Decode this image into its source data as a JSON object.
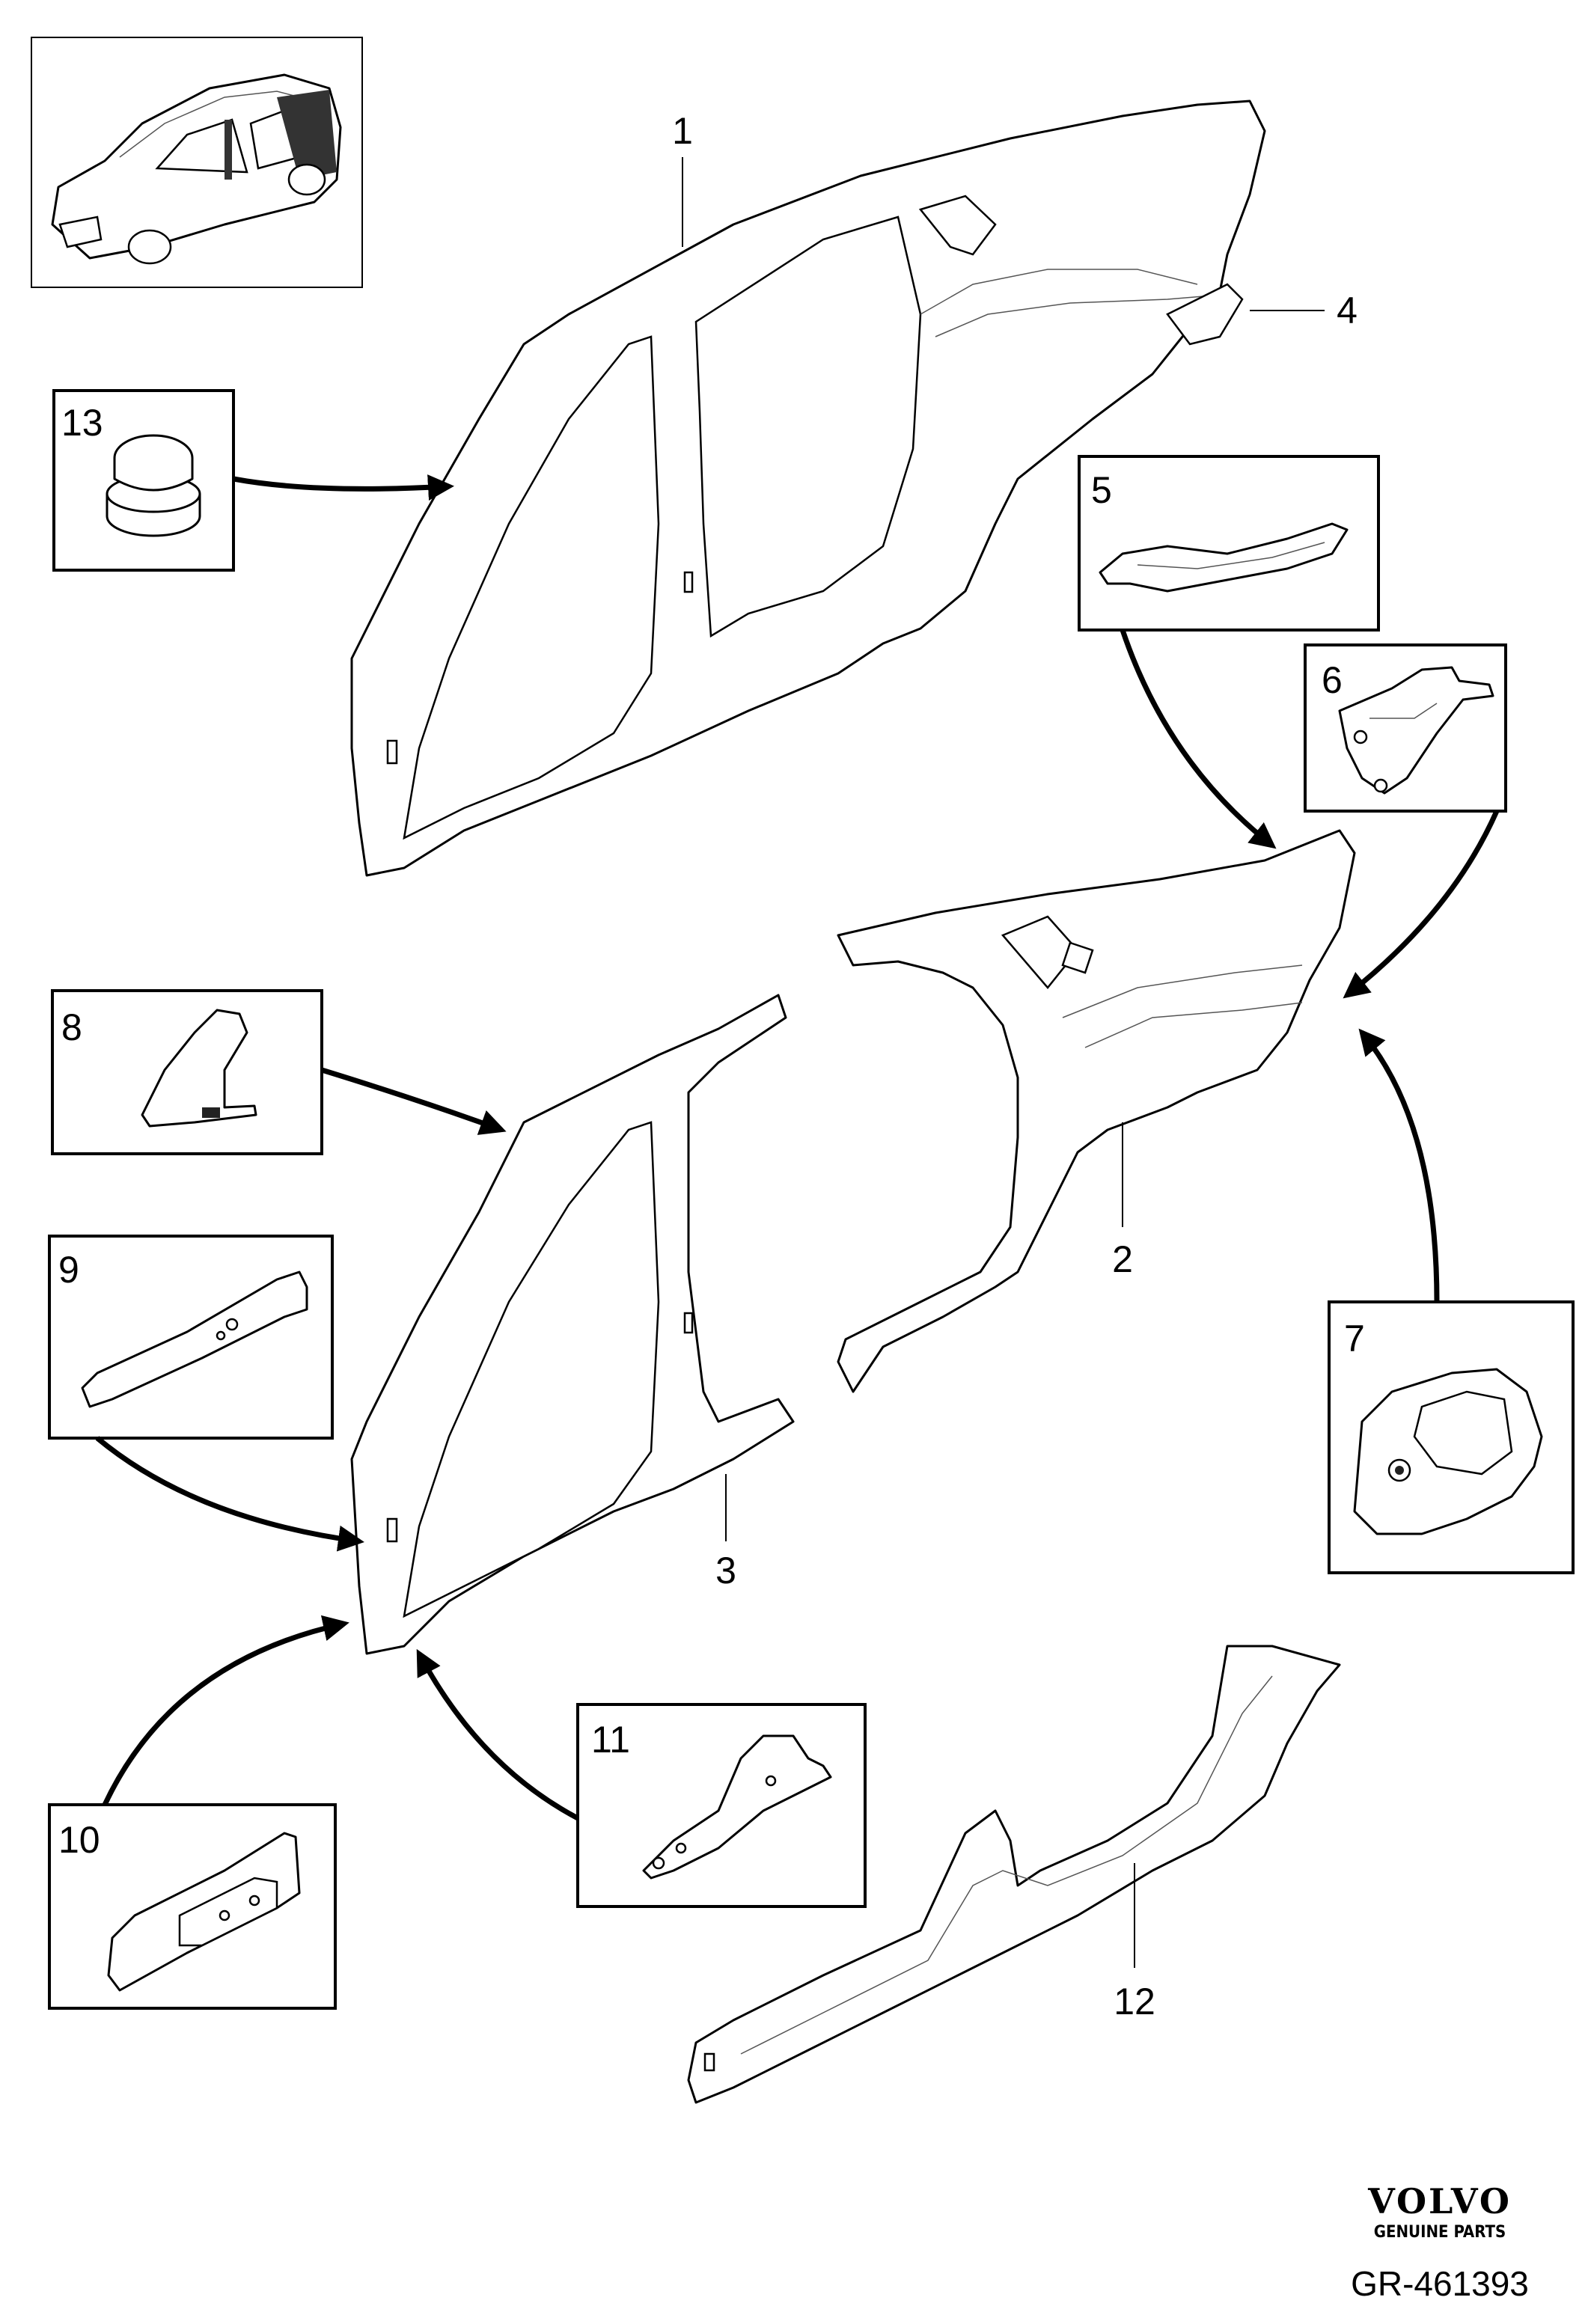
{
  "labels": {
    "p1": "1",
    "p2": "2",
    "p3": "3",
    "p4": "4",
    "p5": "5",
    "p6": "6",
    "p7": "7",
    "p8": "8",
    "p9": "9",
    "p10": "10",
    "p11": "11",
    "p12": "12",
    "p13": "13"
  },
  "footer": {
    "brand": "VOLVO",
    "brand_sub": "GENUINE PARTS",
    "code": "GR-461393"
  },
  "icons": [
    "car-overview-thumbnail",
    "plug-icon",
    "callout-arrow"
  ]
}
